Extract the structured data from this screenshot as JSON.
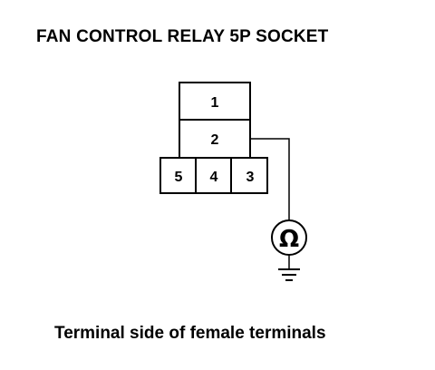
{
  "diagram": {
    "title": "FAN CONTROL RELAY 5P SOCKET",
    "caption": "Terminal side of female terminals",
    "terminals": [
      "1",
      "2",
      "3",
      "4",
      "5"
    ],
    "meter_symbol": "Ω",
    "icons": {
      "meter": "ohmmeter-icon",
      "ground": "ground-icon"
    },
    "colors": {
      "line": "#000000",
      "background": "#ffffff"
    }
  }
}
